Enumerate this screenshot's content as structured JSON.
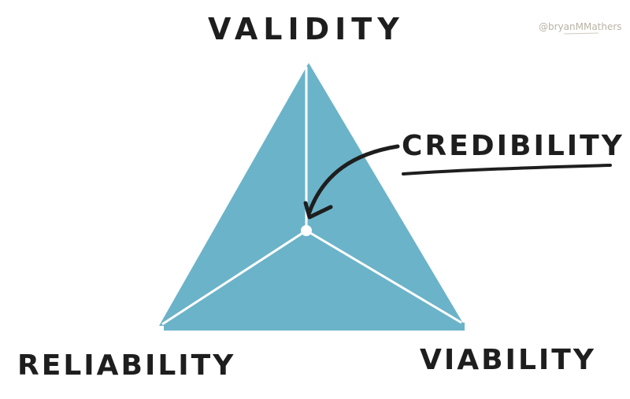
{
  "diagram": {
    "type": "triangle-framework",
    "credit": "@bryanMMathers",
    "vertices": {
      "top": "VALIDITY",
      "bottom_left": "RELIABILITY",
      "bottom_right": "VIABILITY"
    },
    "center_label": "CREDIBILITY",
    "center_label_underlined": true,
    "arrow": "from CREDIBILITY label to triangle center",
    "colors": {
      "triangle_fill": "#6bb3c9",
      "divider_lines": "#ffffff",
      "text": "#1e1e1e",
      "credit_text": "#b9b3a6",
      "background": "#ffffff"
    }
  }
}
